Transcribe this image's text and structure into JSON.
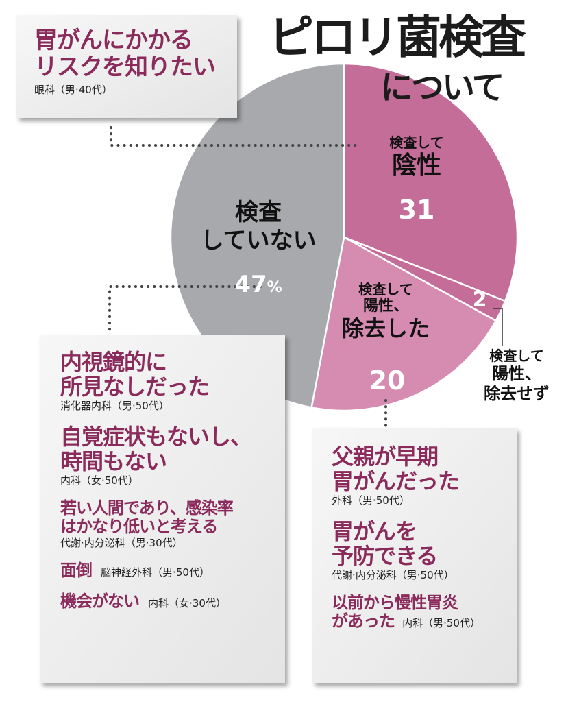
{
  "header": {
    "title": "ピロリ菌検査",
    "subtitle": "について"
  },
  "chart_data": {
    "type": "pie",
    "title": "ピロリ菌検査について",
    "unit": "%",
    "slices": [
      {
        "label": "検査して陰性",
        "value": 31,
        "color": "#c56d99"
      },
      {
        "label": "検査して陽性、除去せず",
        "value": 2,
        "color": "#c56d99"
      },
      {
        "label": "検査して陽性、除去した",
        "value": 20,
        "color": "#d68bb0"
      },
      {
        "label": "検査していない",
        "value": 47,
        "color": "#a7a9ac"
      }
    ]
  },
  "labels": {
    "negative": {
      "line1": "検査して",
      "line2": "陰性",
      "value": "31"
    },
    "not_removed_value": "2",
    "not_removed": {
      "line1": "検査して",
      "line2": "陽性、",
      "line3": "除去せず"
    },
    "removed": {
      "line1": "検査して",
      "line2": "陽性、",
      "line3": "除去した",
      "value": "20"
    },
    "untested": {
      "line1": "検査",
      "line2": "していない",
      "value": "47",
      "unit": "%"
    }
  },
  "box_top_left": {
    "q1": "胃がんにかかる",
    "q2": "リスクを知りたい",
    "attr": "眼科（男·40代）"
  },
  "box_untested": [
    {
      "q": [
        "内視鏡的に",
        "所見なしだった"
      ],
      "attr": "消化器内科（男·50代）"
    },
    {
      "q": [
        "自覚症状もないし、",
        "時間もない"
      ],
      "attr": "内科（女·50代）"
    },
    {
      "q": [
        "若い人間であり、感染率",
        "はかなり低いと考える"
      ],
      "attr": "代謝·内分泌科（男·30代）"
    },
    {
      "q": [
        "面倒"
      ],
      "attr": "脳神経外科（男·50代）"
    },
    {
      "q": [
        "機会がない"
      ],
      "attr": "内科（女·30代）"
    }
  ],
  "box_removed": [
    {
      "q": [
        "父親が早期",
        "胃がんだった"
      ],
      "attr": "外科（男·50代）"
    },
    {
      "q": [
        "胃がんを",
        "予防できる"
      ],
      "attr": "代謝·内分泌科（男·50代）"
    },
    {
      "q": [
        "以前から慢性胃炎",
        "があった"
      ],
      "attr": "内科（男·50代）"
    }
  ]
}
